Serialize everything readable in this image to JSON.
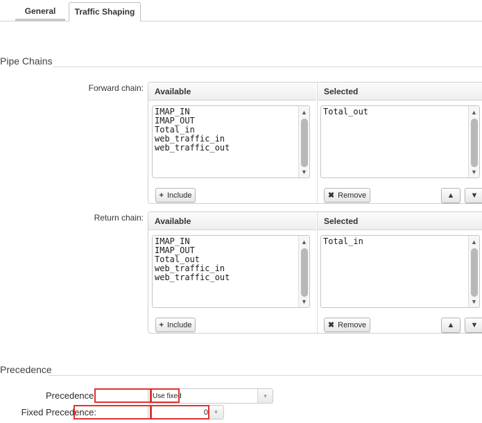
{
  "tabs": [
    {
      "label": "General",
      "active": false
    },
    {
      "label": "Traffic Shaping",
      "active": true
    }
  ],
  "sections": {
    "pipe_chains": {
      "title": "Pipe Chains"
    },
    "precedence": {
      "title": "Precedence"
    }
  },
  "forward_chain": {
    "label": "Forward chain:",
    "available_header": "Available",
    "selected_header": "Selected",
    "available_items": [
      "IMAP_IN",
      "IMAP_OUT",
      "Total_in",
      "web_traffic_in",
      "web_traffic_out"
    ],
    "selected_items": [
      "Total_out"
    ],
    "include_label": "Include",
    "include_glyph": "+",
    "remove_label": "Remove",
    "remove_glyph": "✖",
    "move_up_glyph": "⌃",
    "move_down_glyph": "⌄"
  },
  "return_chain": {
    "label": "Return chain:",
    "available_header": "Available",
    "selected_header": "Selected",
    "available_items": [
      "IMAP_IN",
      "IMAP_OUT",
      "Total_out",
      "web_traffic_in",
      "web_traffic_out"
    ],
    "selected_items": [
      "Total_in"
    ],
    "include_label": "Include",
    "include_glyph": "+",
    "remove_label": "Remove",
    "remove_glyph": "✖",
    "move_up_glyph": "⌃",
    "move_down_glyph": "⌄"
  },
  "precedence_form": {
    "precedence_label": "Precedence:",
    "precedence_value": "Use fixed",
    "fixed_label": "Fixed Precedence:",
    "fixed_value": "0",
    "dropdown_glyph": "▾"
  },
  "colors": {
    "annotation": "#e03131",
    "panel_border": "#cfcfcf",
    "header_bg": "#eeeeee"
  }
}
